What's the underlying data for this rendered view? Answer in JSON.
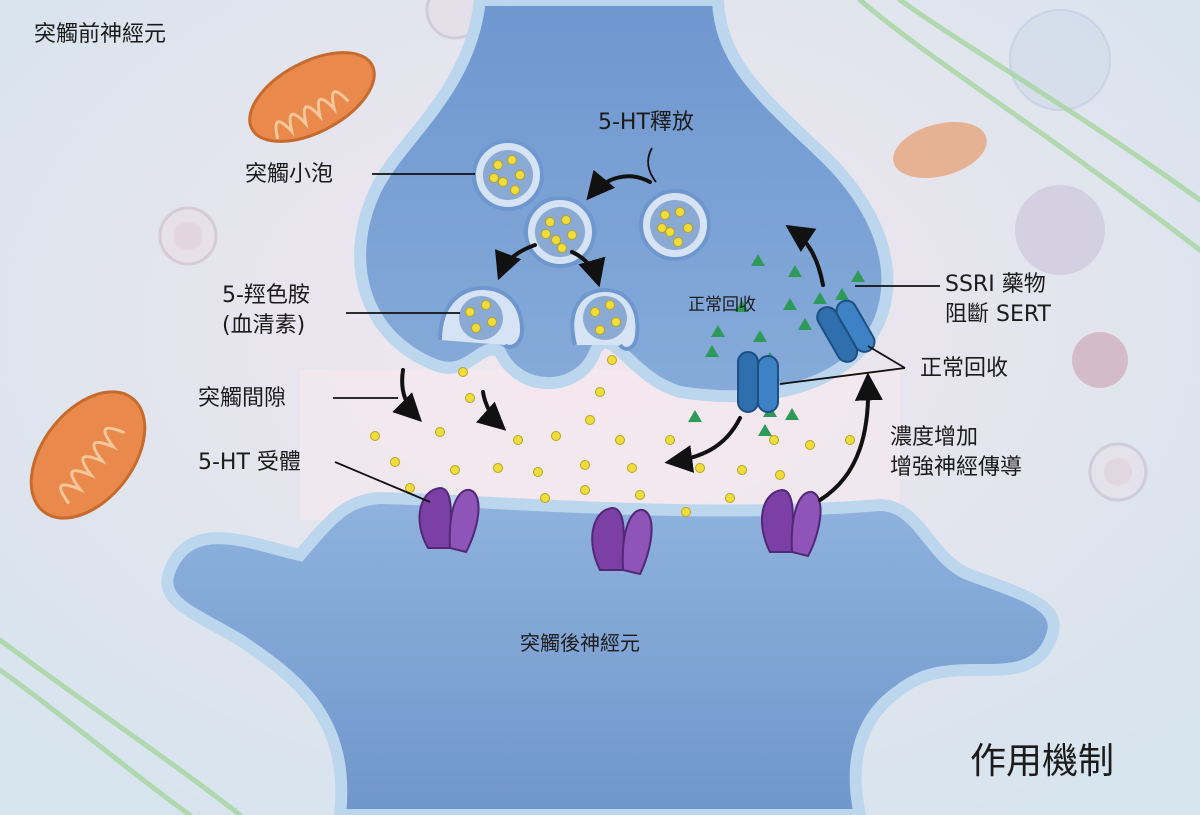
{
  "labels": {
    "presynaptic_neuron": "突觸前神經元",
    "postsynaptic_neuron": "突觸後神經元",
    "release": "5-HT釋放",
    "vesicle": "突觸小泡",
    "serotonin_line1": "5-羥色胺",
    "serotonin_line2": "(血清素)",
    "synaptic_cleft": "突觸間隙",
    "receptor": "5-HT 受體",
    "reuptake_inside": "正常回收",
    "reuptake_right": "正常回收",
    "ssri_line1": "SSRI 藥物",
    "ssri_line2": "阻斷 SERT",
    "effect_line1": "濃度增加",
    "effect_line2": "增強神經傳導",
    "mechanism": "作用機制"
  },
  "colors": {
    "background": "#dfe9f1",
    "neuron_fill": "#7fa6d8",
    "neuron_outline": "#bcd6ee",
    "serotonin": "#f0dd3a",
    "receptor": "#7b3fa6",
    "transporter": "#2f6fae",
    "ssri_drug": "#2e9a5a",
    "mitochondrion": "#e98a4c",
    "cleft": "#f7e9ef"
  }
}
